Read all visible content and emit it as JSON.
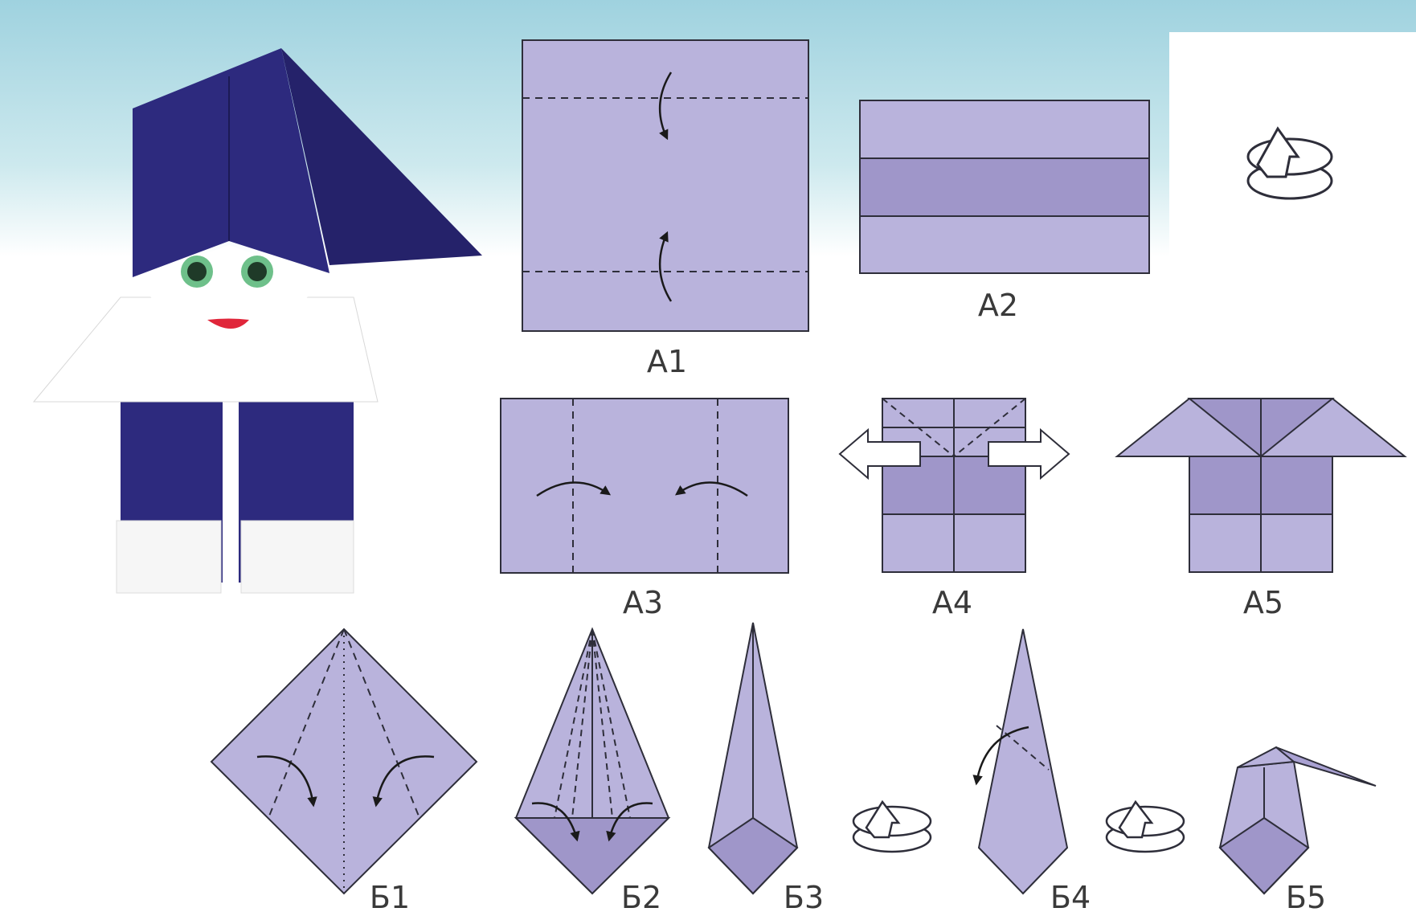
{
  "colors": {
    "paper": "#b9b3dc",
    "paper_dark": "#9f96c9",
    "outline": "#2e2e3a",
    "hat_blue": "#2d2a7e",
    "sky_top": "#9fd2df",
    "face_white": "#ffffff",
    "eye_green": "#4caf6a",
    "mouth_red": "#e0263a"
  },
  "icons": [
    "turn-over-icon"
  ],
  "steps": {
    "a1": "A1",
    "a2": "A2",
    "a3": "A3",
    "a4": "A4",
    "a5": "A5",
    "b1": "Б1",
    "b2": "Б2",
    "b3": "Б3",
    "b4": "Б4",
    "b5": "Б5"
  }
}
